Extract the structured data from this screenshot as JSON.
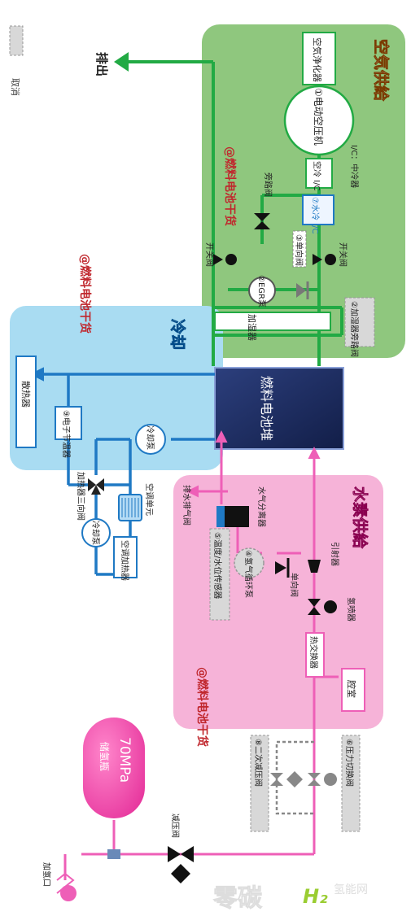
{
  "colors": {
    "air_bg": "#8fc77e",
    "cool_bg": "#a9dcf2",
    "h2_bg": "#f6b3d8",
    "green_line": "#22aa44",
    "blue_line": "#1f79c4",
    "pink_line": "#ee5fb7",
    "stack": "#1e2f66",
    "tank": "#f04aab",
    "gray": "#777777",
    "watermark_red": "#c0272d"
  },
  "legend": {
    "cancel": "取消"
  },
  "exhaust": "排出",
  "sections": {
    "air": "空気供給",
    "cooling": "冷却",
    "hydrogen": "水素供給"
  },
  "air": {
    "filter": "空気浄化器",
    "compressor": "①电动空压机",
    "ic_note": "I/C：中冷器",
    "air_ic": "空冷 I/C",
    "water_ic": "⑦水冷 I/C",
    "bypass_valve": "旁路阀",
    "check_valve": "③单向阀",
    "switch_valve_left": "开关阀",
    "switch_valve_right": "开关阀",
    "egr_pump": "②EGR泵",
    "humidifier_bypass": "②加湿器旁路阀",
    "humidifier": "加湿器"
  },
  "stack": {
    "label": "燃料电池堆"
  },
  "cooling": {
    "radiator": "散热器",
    "thermostat": "⑨电子节温器",
    "pump_main": "冷却泵",
    "three_way": "加热器三向阀",
    "ac_unit": "空调单元",
    "pump_small": "冷却泵",
    "ac_heater": "空调加热器"
  },
  "hydrogen": {
    "drain_valve": "排水排气阀",
    "separator": "水气分离器",
    "temp_sensor": "⑤温度/水位传感器",
    "h2_pump": "④氢气循环泵",
    "check_valve": "单向阀",
    "ejector": "引射器",
    "injector": "氢喷器",
    "heat_exchanger": "热交换器",
    "chamber": "腔室",
    "pressure_switch": "⑥压力切换阀",
    "secondary_reducer": "⑧二次减压阀",
    "tank_pressure": "70MPa",
    "tank_label": "储氢瓶",
    "reducer": "减压阀",
    "fill_port": "加氢口"
  },
  "watermarks": [
    "@燃料电池干货",
    "@燃料电池干货",
    "@燃料电池干货"
  ],
  "site_logo": {
    "text": "零碳",
    "h2": "H₂",
    "suffix": "氢能网"
  }
}
